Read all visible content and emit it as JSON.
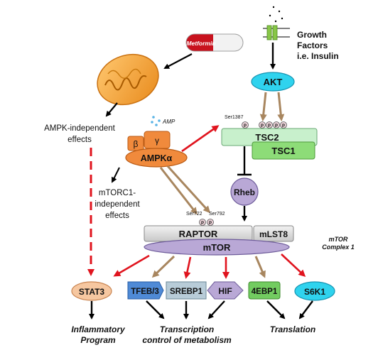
{
  "drug": {
    "label": "Metformin"
  },
  "growth_factors": {
    "lines": [
      "Growth",
      "Factors",
      "i.e. Insulin"
    ]
  },
  "akt": {
    "label": "AKT"
  },
  "amp": {
    "label": "AMP"
  },
  "ampk": {
    "beta": "β",
    "gamma": "γ",
    "alpha": "AMPKα"
  },
  "ampk_independent": {
    "lines": [
      "AMPK-independent",
      "effects"
    ]
  },
  "mtorc1_independent": {
    "lines": [
      "mTORC1-",
      "independent",
      "effects"
    ]
  },
  "tsc": {
    "tsc2": "TSC2",
    "tsc1": "TSC1",
    "site": "Ser1387",
    "p": "P"
  },
  "rheb": {
    "label": "Rheb"
  },
  "raptor_sites": {
    "left": "Ser722",
    "right": "Ser792",
    "p": "P"
  },
  "complex": {
    "raptor": "RAPTOR",
    "mlst8": "mLST8",
    "mtor": "mTOR",
    "name_lines": [
      "mTOR",
      "Complex 1"
    ]
  },
  "targets": {
    "stat3": "STAT3",
    "tfeb": "TFEB/3",
    "srebp1": "SREBP1",
    "hif": "HIF",
    "ebp1": "4EBP1",
    "s6k1": "S6K1"
  },
  "outcomes": {
    "inflammatory": [
      "Inflammatory",
      "Program"
    ],
    "transcription": [
      "Transcription",
      "control of metabolism"
    ],
    "translation": "Translation"
  },
  "colors": {
    "red": "#e0141e",
    "tan": "#a8865f",
    "orange": "#f08a3c",
    "cyan": "#2fd3ee",
    "mint": "#c8f0cc",
    "green": "#8ddc78",
    "purple": "#b9a8d6",
    "gray": "#dcdcdc"
  }
}
